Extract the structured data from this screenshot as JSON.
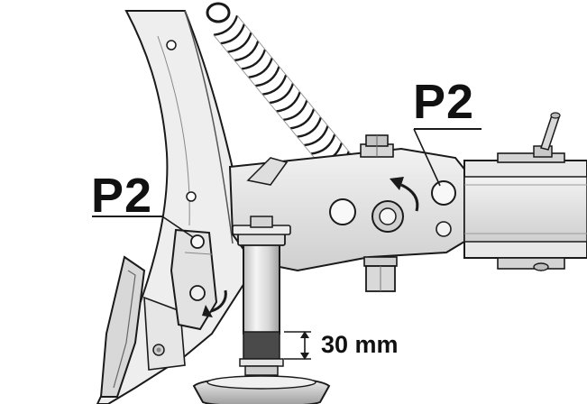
{
  "labels": {
    "pivot_right": "P2",
    "pivot_left": "P2",
    "dimension": "30 mm"
  },
  "colors": {
    "outline": "#1a1a1a",
    "metal_light": "#ececec",
    "metal_mid": "#d4d4d4",
    "metal_dark": "#a8a8a8",
    "band_dark": "#4a4a4a",
    "background": "#ffffff"
  },
  "icons": [
    "rotation-arrow-icon",
    "dimension-arrow-icon"
  ]
}
